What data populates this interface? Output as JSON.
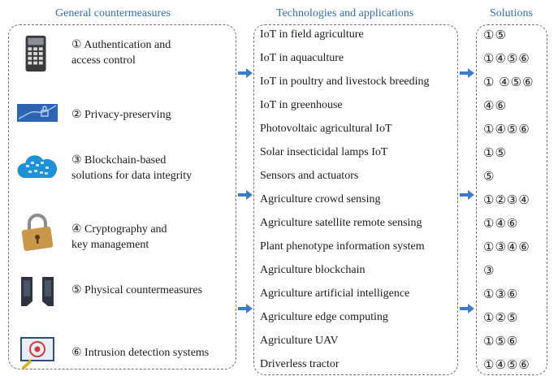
{
  "headers": {
    "countermeasures": "General countermeasures",
    "technologies": "Technologies and applications",
    "solutions": "Solutions"
  },
  "countermeasures": [
    {
      "text": "① Authentication and\naccess control",
      "icon": "keypad-lock-icon"
    },
    {
      "text": "② Privacy-preserving",
      "icon": "privacy-lock-icon"
    },
    {
      "text": "③ Blockchain-based\nsolutions for data integrity",
      "icon": "blockchain-cloud-icon"
    },
    {
      "text": "④ Cryptography and\nkey management",
      "icon": "padlock-icon"
    },
    {
      "text": "⑤ Physical countermeasures",
      "icon": "physical-barrier-icon"
    },
    {
      "text": "⑥ Intrusion detection systems",
      "icon": "intrusion-alert-icon"
    }
  ],
  "technologies": [
    "IoT in field agriculture",
    "IoT in aquaculture",
    "IoT in poultry and livestock breeding",
    "IoT in greenhouse",
    "Photovoltaic agricultural IoT",
    "Solar insecticidal lamps IoT",
    "Sensors and actuators",
    "Agriculture crowd sensing",
    "Agriculture satellite remote sensing",
    "Plant phenotype information system",
    "Agriculture blockchain",
    "Agriculture artificial intelligence",
    "Agriculture edge computing",
    "Agriculture UAV",
    "Driverless tractor"
  ],
  "solutions": [
    "①⑤",
    "①④⑤⑥",
    "① ④⑤⑥",
    "④⑥",
    "①④⑤⑥",
    "①⑤",
    "⑤",
    "①②③④",
    "①④⑥",
    "①③④⑥",
    "③",
    "①③⑥",
    "①②⑤",
    "①⑤⑥",
    "①④⑤⑥"
  ],
  "colors": {
    "header": "#2f6db5",
    "arrow": "#3d7cc9",
    "border": "#6f6f6f"
  }
}
